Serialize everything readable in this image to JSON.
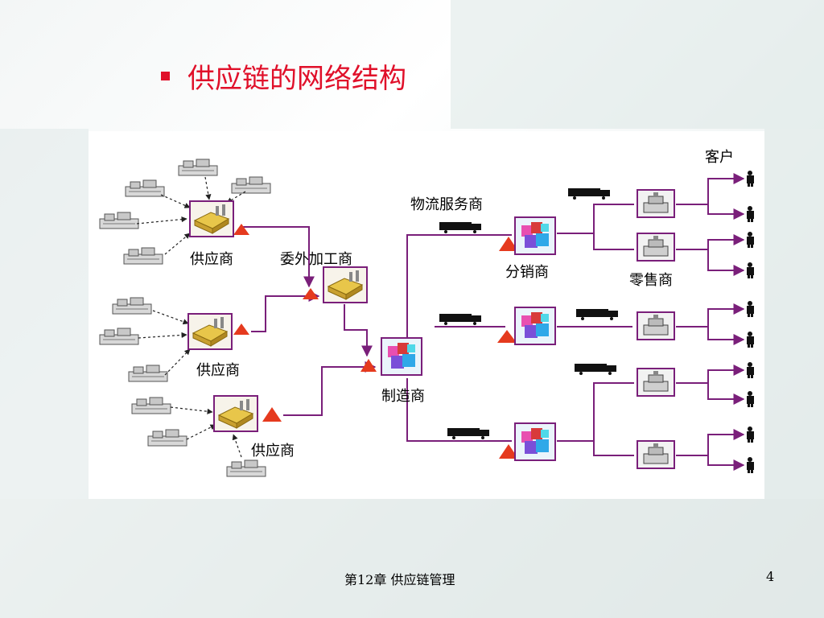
{
  "slide": {
    "title": "供应链的网络结构",
    "footer_chapter": "第12章  供应链管理",
    "page_number": "4"
  },
  "diagram": {
    "labels": {
      "customer": "客户",
      "logistics": "物流服务商",
      "supplier": "供应商",
      "subcontractor": "委外加工商",
      "distributor": "分销商",
      "retailer": "零售商",
      "manufacturer": "制造商"
    }
  },
  "colors": {
    "title": "#e0102a",
    "connector": "#7a1f7a",
    "triangle": "#e53a1e"
  }
}
